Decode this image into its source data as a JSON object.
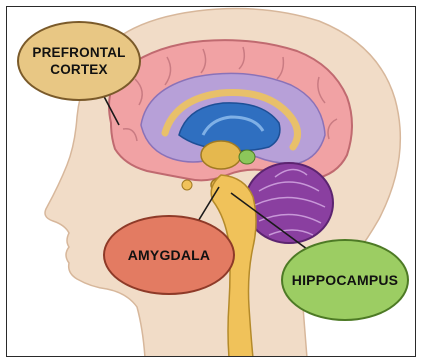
{
  "labels": {
    "prefrontal_cortex": "PREFRONTAL\nCORTEX",
    "amygdala": "AMYGDALA",
    "hippocampus": "HIPPOCAMPUS"
  },
  "colors": {
    "head": "#f1dcc7",
    "cortex": "#f1a2a4",
    "limbic": "#b7a0d8",
    "ventricle": "#2f6fc0",
    "cerebellum": "#8a3fa0",
    "brainstem": "#f0c25a",
    "prefrontal_bubble": "#e8c784",
    "amygdala_bubble": "#e37b62",
    "hippocampus_bubble": "#9ccd63"
  }
}
